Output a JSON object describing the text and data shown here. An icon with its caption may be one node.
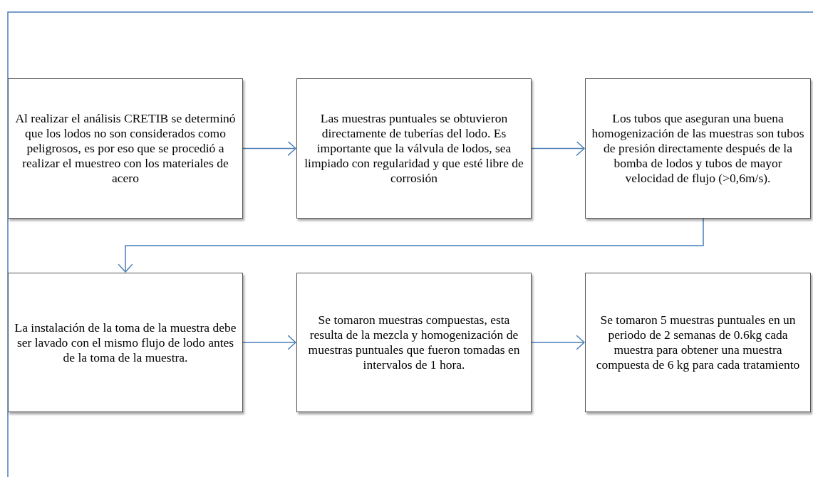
{
  "diagram": {
    "nodes": [
      {
        "text": [
          "Al realizar el análisis CRETIB se determinó que los lodos no son considerados como peligrosos, es por eso que se procedió a realizar el muestreo con los materiales de acero"
        ]
      },
      {
        "text": [
          "Las muestras puntuales se obtuvieron directamente de tuberías del lodo. Es importante que la válvula de lodos, sea limpiado con regularidad y que esté libre de corrosión"
        ]
      },
      {
        "text": [
          "Los tubos que aseguran una buena homogenización de las muestras son tubos de presión directamente después de la bomba de lodos y tubos de mayor velocidad de flujo (>0,6m/s)."
        ]
      },
      {
        "text": [
          "La instalación de la toma de la muestra debe ser lavado con el mismo flujo de lodo antes de la toma de la muestra."
        ]
      },
      {
        "text": [
          "Se tomaron muestras compuestas, esta resulta de la mezcla y homogenización de muestras puntuales que fueron tomadas en intervalos de 1 hora."
        ]
      },
      {
        "text": [
          "Se tomaron 5 muestras puntuales en un periodo de 2 semanas de 0.6kg cada muestra para obtener una muestra compuesta de 6 kg para cada tratamiento"
        ]
      }
    ],
    "edges": [
      {
        "from": 0,
        "to": 1,
        "arrow": "to"
      },
      {
        "from": 1,
        "to": 2,
        "arrow": "to"
      },
      {
        "from": 2,
        "to": 3,
        "arrow": "to"
      },
      {
        "from": 3,
        "to": 4,
        "arrow": "to"
      },
      {
        "from": 4,
        "to": 5,
        "arrow": "to"
      }
    ]
  }
}
